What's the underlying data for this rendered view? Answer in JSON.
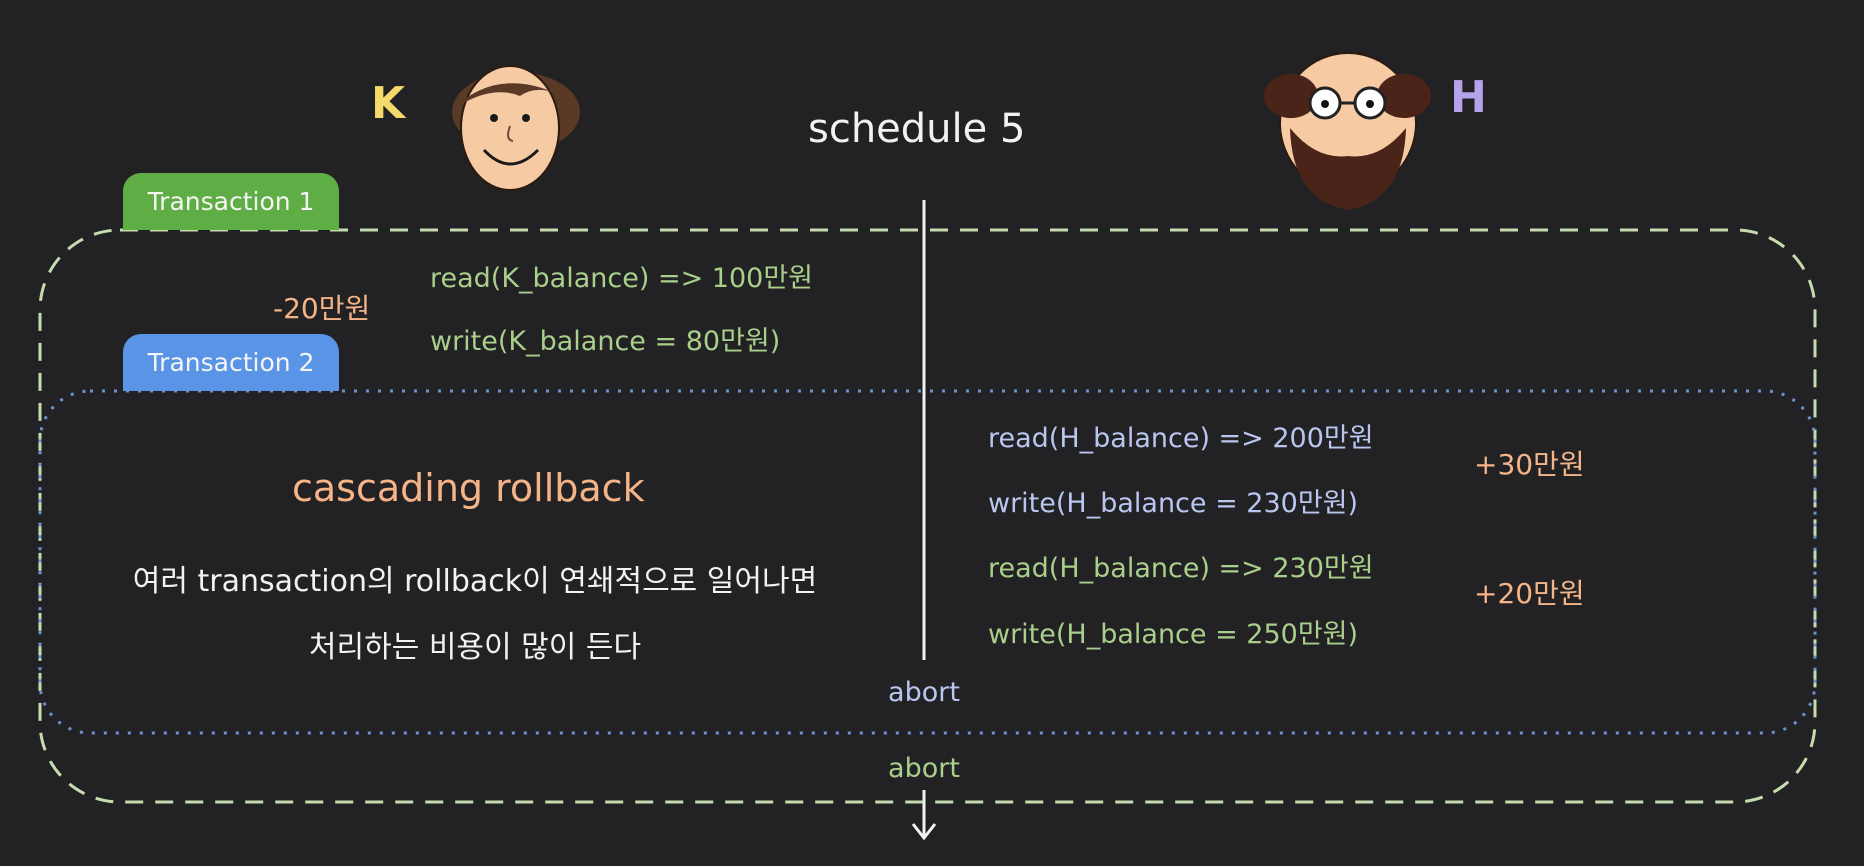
{
  "title": "schedule 5",
  "characters": {
    "k": {
      "letter": "K",
      "color": "#f3da6a"
    },
    "h": {
      "letter": "H",
      "color": "#b7a3ea"
    }
  },
  "transactions": {
    "t1": {
      "label": "Transaction 1",
      "color": "#5fae45"
    },
    "t2": {
      "label": "Transaction 2",
      "color": "#5a94e6"
    }
  },
  "t1_ops": {
    "delta": "-20만원",
    "read": "read(K_balance) => 100만원",
    "write": "write(K_balance = 80만원)"
  },
  "t2_ops": [
    {
      "text": "read(H_balance) => 200만원"
    },
    {
      "text": "write(H_balance = 230만원)"
    }
  ],
  "t1_h_ops": [
    {
      "text": "read(H_balance) => 230만원"
    },
    {
      "text": "write(H_balance = 250만원)"
    }
  ],
  "deltas_right": {
    "t2": "+30만원",
    "t1": "+20만원"
  },
  "explanation": {
    "heading": "cascading rollback",
    "line1": "여러 transaction의 rollback이 연쇄적으로 일어나면",
    "line2": "처리하는 비용이 많이 든다"
  },
  "aborts": {
    "t2": "abort",
    "t1": "abort"
  }
}
